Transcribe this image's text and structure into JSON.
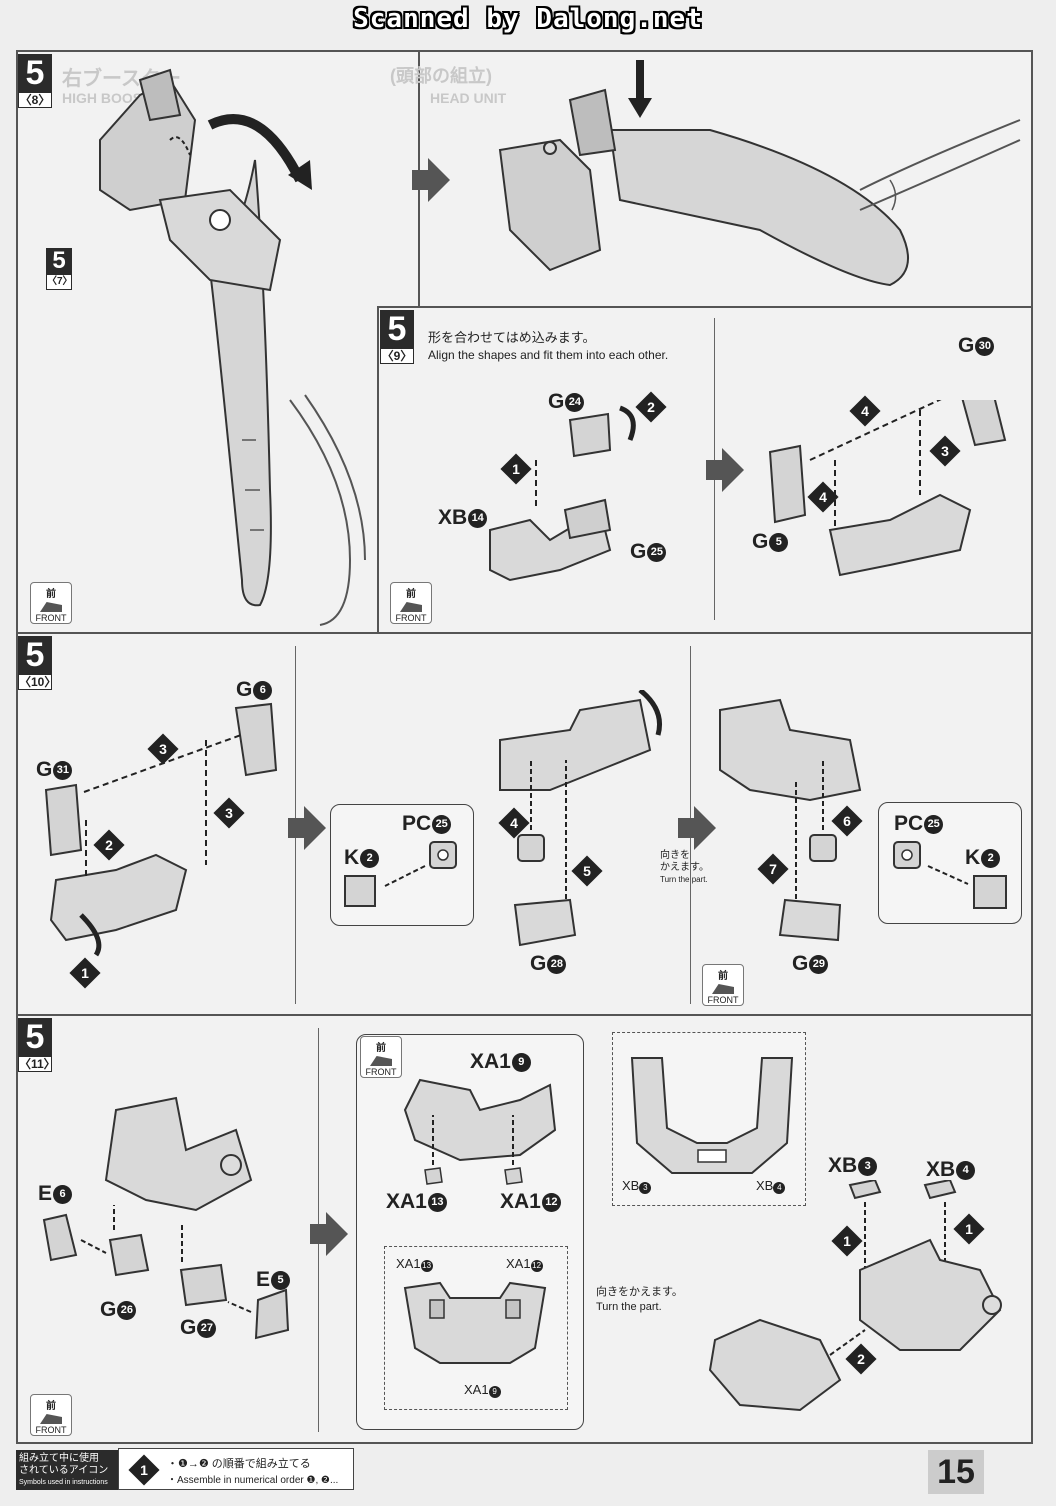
{
  "header": {
    "watermark": "Scanned by Dalong.net"
  },
  "ghosts": [
    "右ブースター",
    "HIGH BOOSTER",
    "(頭部の組立)",
    "HEAD UNIT",
    "XA1",
    "XB",
    "XA1",
    "XB",
    "XA1",
    "XA1",
    "XA1",
    "XA1",
    "XA1"
  ],
  "front_icon": {
    "kanji": "前",
    "label": "FRONT"
  },
  "step8": {
    "step": "5",
    "sub": "〈8〉",
    "substep": "5",
    "substep_sub": "〈7〉"
  },
  "step9": {
    "step": "5",
    "sub": "〈9〉",
    "instruction_jp": "形を合わせてはめ込みます。",
    "instruction_en": "Align the shapes and fit them into each other.",
    "labels": {
      "g24_base": "G",
      "g24_num": "24",
      "xb14_base": "XB",
      "xb14_num": "14",
      "g25_base": "G",
      "g25_num": "25",
      "g30_base": "G",
      "g30_num": "30",
      "g5_base": "G",
      "g5_num": "5"
    },
    "orders": [
      "1",
      "2",
      "3",
      "4",
      "4"
    ]
  },
  "step10": {
    "step": "5",
    "sub": "〈10〉",
    "labels": {
      "g6_base": "G",
      "g6_num": "6",
      "g31_base": "G",
      "g31_num": "31",
      "pc25a_base": "PC",
      "pc25a_num": "25",
      "k2a_base": "K",
      "k2a_num": "2",
      "g28_base": "G",
      "g28_num": "28",
      "pc25b_base": "PC",
      "pc25b_num": "25",
      "k2b_base": "K",
      "k2b_num": "2",
      "g29_base": "G",
      "g29_num": "29"
    },
    "orders": [
      "3",
      "3",
      "2",
      "1",
      "4",
      "5",
      "6",
      "7"
    ],
    "turn_jp_1": "向きを",
    "turn_jp_2": "かえます。",
    "turn_en": "Turn the part."
  },
  "step11": {
    "step": "5",
    "sub": "〈11〉",
    "labels": {
      "e6_base": "E",
      "e6_num": "6",
      "g26_base": "G",
      "g26_num": "26",
      "g27_base": "G",
      "g27_num": "27",
      "e5_base": "E",
      "e5_num": "5",
      "xa19_base": "XA1",
      "xa19_num": "9",
      "xa113_base": "XA1",
      "xa113_num": "13",
      "xa112_base": "XA1",
      "xa112_num": "12",
      "xb3_base": "XB",
      "xb3_num": "3",
      "xb4_base": "XB",
      "xb4_num": "4",
      "xb3_small": "XB",
      "xb3_small_num": "3",
      "xb4_small": "XB",
      "xb4_small_num": "4",
      "xa113_small": "XA1",
      "xa113_small_num": "13",
      "xa112_small": "XA1",
      "xa112_small_num": "12",
      "xa19_small": "XA1",
      "xa19_small_num": "9"
    },
    "turn_jp": "向きをかえます。",
    "turn_en": "Turn the part.",
    "orders": [
      "1",
      "1",
      "2"
    ]
  },
  "footer": {
    "legend_title_jp1": "組み立て中に使用",
    "legend_title_jp2": "されているアイコン",
    "legend_title_en": "Symbols used in instructions",
    "icon_num": "1",
    "legend_jp": "・❶→❷ の順番で組み立てる",
    "legend_en": "・Assemble in numerical order ❶, ❷...",
    "page_number": "15"
  }
}
